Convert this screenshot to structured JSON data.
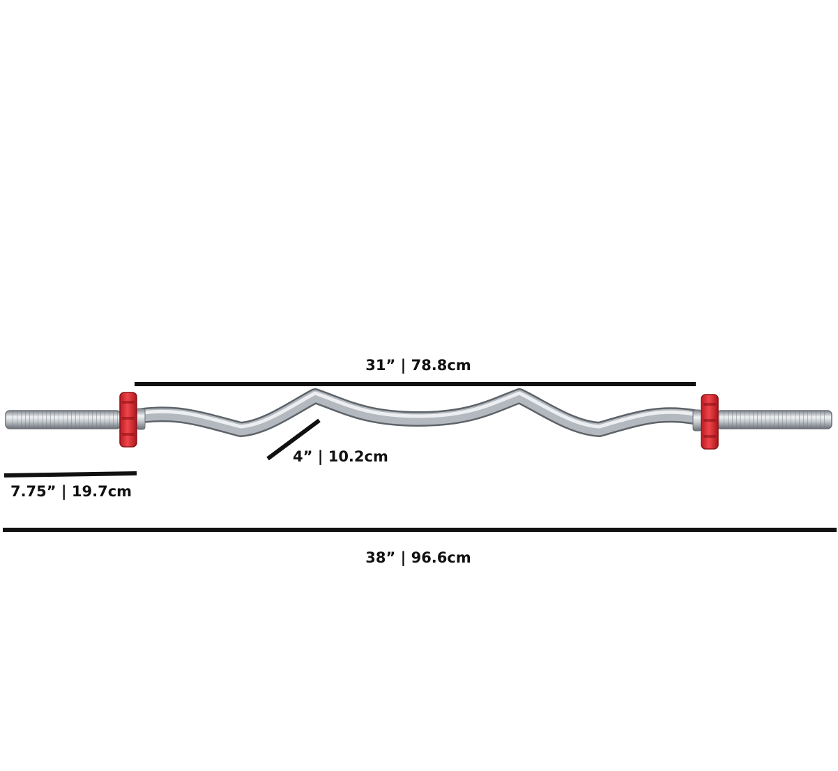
{
  "diagram": {
    "dimensions": {
      "grip_span": "31” | 78.8cm",
      "bend_depth": "4” | 10.2cm",
      "sleeve_length": "7.75” | 19.7cm",
      "overall_length": "38” | 96.6cm"
    },
    "colors": {
      "background": "#ffffff",
      "dimension_line": "#111111",
      "collar": "#d8282d",
      "chrome_light": "#eef0f2",
      "chrome_mid": "#a7adb3",
      "chrome_dark": "#6c7278"
    },
    "icons": {
      "left_collar": "spin-lock-collar",
      "right_collar": "spin-lock-collar",
      "bar": "ez-curl-bar"
    }
  }
}
